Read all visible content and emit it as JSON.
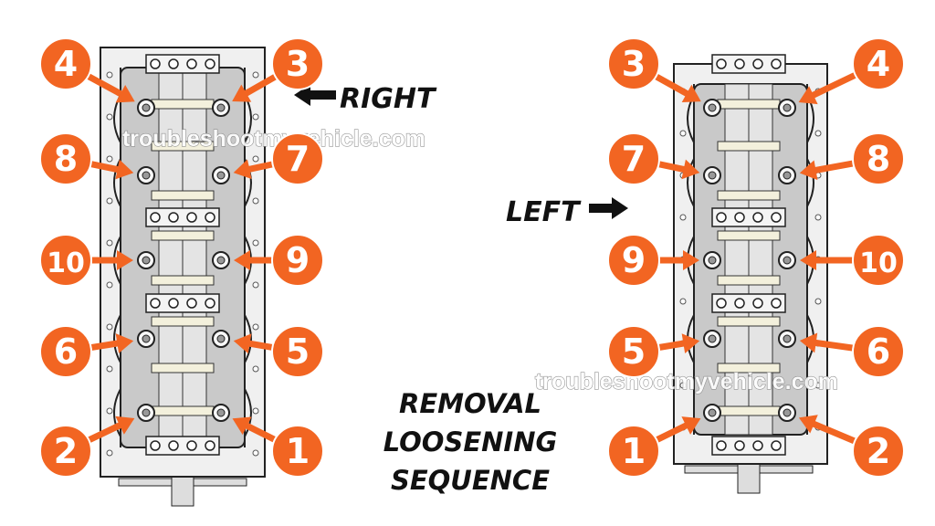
{
  "colors": {
    "badge": "#f26522",
    "head_fill": "#c9c9c9",
    "head_outline": "#222222",
    "block": "#f0f0f0",
    "cap": "#f3f0dc",
    "text": "#111111"
  },
  "diagrams": [
    {
      "side_label": "RIGHT",
      "side_arrow": "left",
      "bolts": [
        {
          "number": "4",
          "column": "left",
          "row": 1
        },
        {
          "number": "3",
          "column": "right",
          "row": 1
        },
        {
          "number": "8",
          "column": "left",
          "row": 2
        },
        {
          "number": "7",
          "column": "right",
          "row": 2
        },
        {
          "number": "10",
          "column": "left",
          "row": 3
        },
        {
          "number": "9",
          "column": "right",
          "row": 3
        },
        {
          "number": "6",
          "column": "left",
          "row": 4
        },
        {
          "number": "5",
          "column": "right",
          "row": 4
        },
        {
          "number": "2",
          "column": "left",
          "row": 5
        },
        {
          "number": "1",
          "column": "right",
          "row": 5
        }
      ]
    },
    {
      "side_label": "LEFT",
      "side_arrow": "right",
      "bolts": [
        {
          "number": "3",
          "column": "left",
          "row": 1
        },
        {
          "number": "4",
          "column": "right",
          "row": 1
        },
        {
          "number": "7",
          "column": "left",
          "row": 2
        },
        {
          "number": "8",
          "column": "right",
          "row": 2
        },
        {
          "number": "9",
          "column": "left",
          "row": 3
        },
        {
          "number": "10",
          "column": "right",
          "row": 3
        },
        {
          "number": "5",
          "column": "left",
          "row": 4
        },
        {
          "number": "6",
          "column": "right",
          "row": 4
        },
        {
          "number": "1",
          "column": "left",
          "row": 5
        },
        {
          "number": "2",
          "column": "right",
          "row": 5
        }
      ]
    }
  ],
  "caption": [
    "REMOVAL",
    "LOOSENING",
    "SEQUENCE"
  ],
  "watermark": "troubleshootmyvehicle.com"
}
